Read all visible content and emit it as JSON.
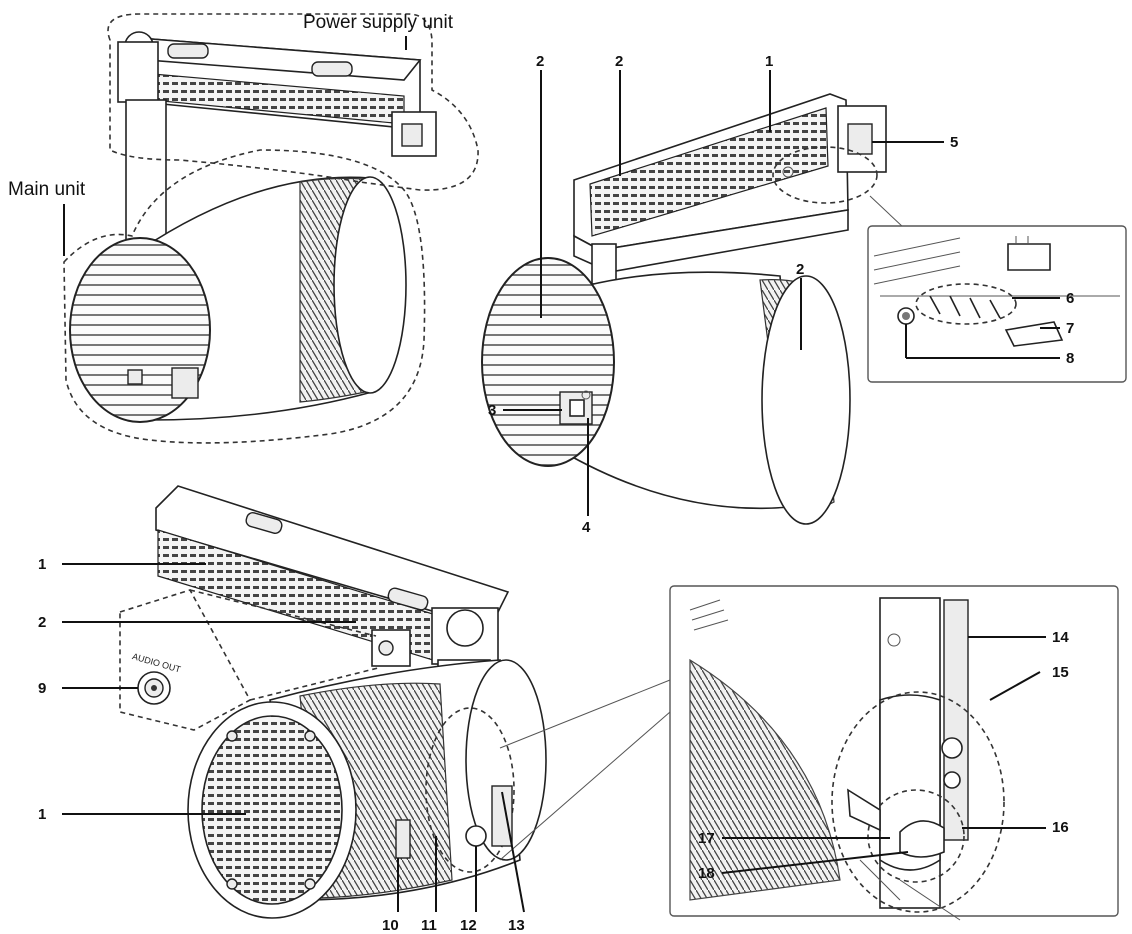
{
  "captions": {
    "power_supply_unit": "Power supply unit",
    "main_unit": "Main unit",
    "audio_out": "AUDIO OUT"
  },
  "callouts": {
    "n1": "1",
    "n2": "2",
    "n3": "3",
    "n4": "4",
    "n5": "5",
    "n6": "6",
    "n7": "7",
    "n8": "8",
    "n9": "9",
    "n10": "10",
    "n11": "11",
    "n12": "12",
    "n13": "13",
    "n14": "14",
    "n15": "15",
    "n16": "16",
    "n17": "17",
    "n18": "18"
  }
}
